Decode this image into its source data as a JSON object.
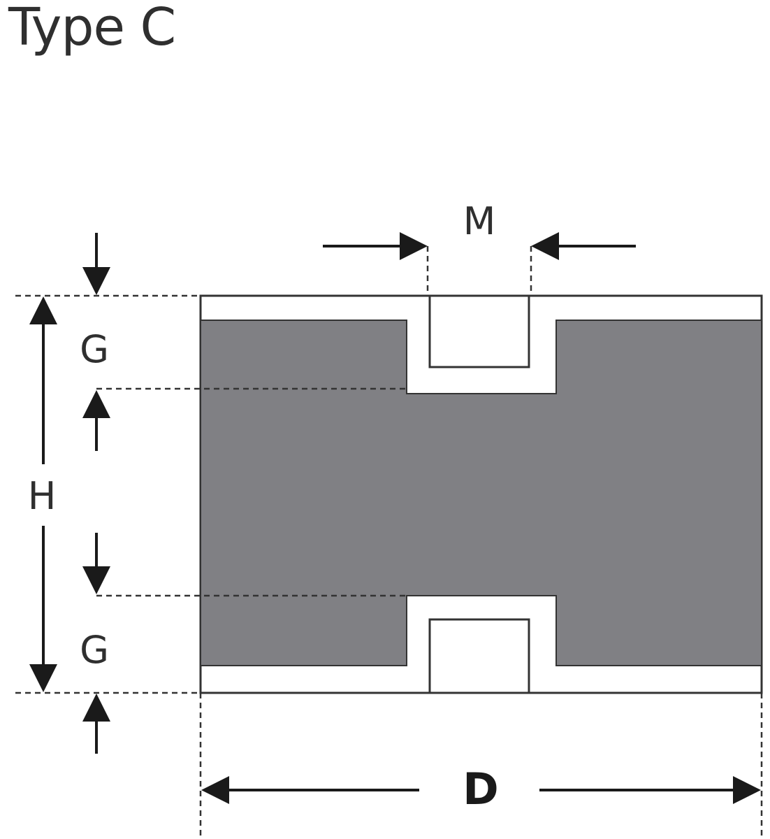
{
  "title": "Type C",
  "labels": {
    "m": "M",
    "g_top": "G",
    "h": "H",
    "g_bottom": "G",
    "d": "D"
  },
  "colors": {
    "body_fill": "#808084",
    "line": "#1a1a1a",
    "text": "#2f2f2f"
  }
}
